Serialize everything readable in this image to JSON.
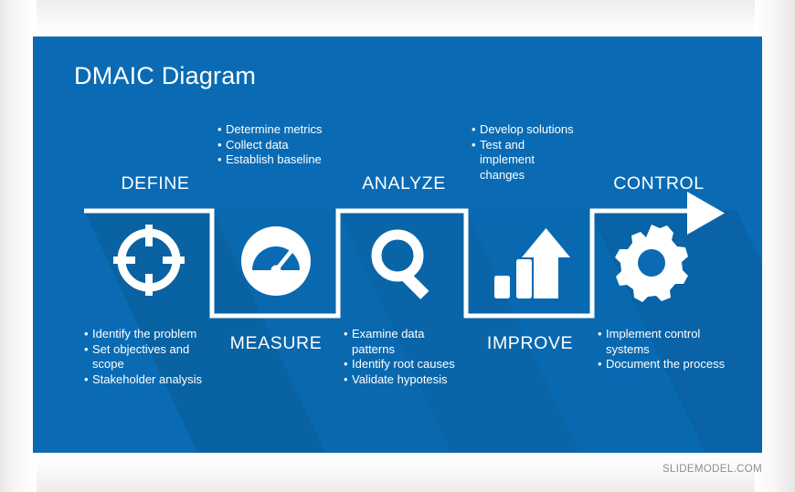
{
  "slide": {
    "title": "DMAIC Diagram",
    "background_color": "#0A6BB4",
    "shadow_color": "#095C9E",
    "line_color": "#FFFFFF",
    "text_color": "#FFFFFF"
  },
  "watermark": "SLIDEMODEL.COM",
  "phases": [
    {
      "key": "define",
      "label": "DEFINE",
      "icon": "target-crosshair-icon",
      "position": "top",
      "bullets_position": "below",
      "bullets": [
        "Identify the problem",
        "Set objectives and scope",
        "Stakeholder analysis"
      ]
    },
    {
      "key": "measure",
      "label": "MEASURE",
      "icon": "gauge-speedometer-icon",
      "position": "bottom",
      "bullets_position": "above",
      "bullets": [
        "Determine metrics",
        "Collect data",
        "Establish baseline"
      ]
    },
    {
      "key": "analyze",
      "label": "ANALYZE",
      "icon": "magnifying-glass-icon",
      "position": "top",
      "bullets_position": "below",
      "bullets": [
        "Examine data patterns",
        "Identify root causes",
        "Validate hypotesis"
      ]
    },
    {
      "key": "improve",
      "label": "IMPROVE",
      "icon": "bar-chart-up-arrow-icon",
      "position": "bottom",
      "bullets_position": "above",
      "bullets": [
        "Develop solutions",
        "Test and implement changes"
      ]
    },
    {
      "key": "control",
      "label": "CONTROL",
      "icon": "gear-icon",
      "position": "top",
      "bullets_position": "below",
      "bullets": [
        "Implement control systems",
        "Document the process"
      ]
    }
  ]
}
